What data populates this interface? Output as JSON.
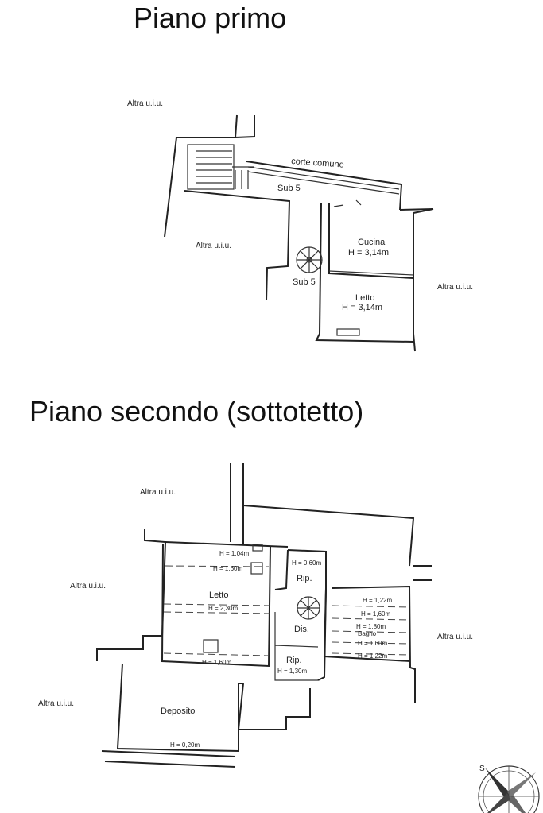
{
  "floor1": {
    "title": "Piano primo",
    "labels": {
      "altra_top": "Altra u.i.u.",
      "altra_left": "Altra u.i.u.",
      "altra_right": "Altra u.i.u.",
      "corte": "corte comune",
      "sub5_top": "Sub 5",
      "sub5_mid": "Sub 5",
      "cucina": "Cucina",
      "cucina_h": "H = 3,14m",
      "letto": "Letto",
      "letto_h": "H = 3,14m"
    }
  },
  "floor2": {
    "title": "Piano secondo (sottotetto)",
    "labels": {
      "altra_top": "Altra u.i.u.",
      "altra_left": "Altra u.i.u.",
      "altra_right": "Altra u.i.u.",
      "altra_bottom_left": "Altra u.i.u.",
      "letto": "Letto",
      "letto_h1": "H = 1,04m",
      "letto_h2": "H = 1,60m",
      "letto_h3": "H = 2,30m",
      "letto_h4": "H = 1,60m",
      "rip1": "Rip.",
      "rip1_h": "H = 0,60m",
      "dis": "Dis.",
      "rip2": "Rip.",
      "rip2_h": "H = 1,30m",
      "bagno": "Bagno",
      "bagno_h1": "H = 1,22m",
      "bagno_h2": "H = 1,60m",
      "bagno_h3": "H = 1,80m",
      "bagno_h4": "H = 1,60m",
      "bagno_h5": "H = 1,22m",
      "deposito": "Deposito",
      "deposito_h": "H = 0,20m"
    }
  },
  "compass": {
    "north_letter": "S"
  }
}
